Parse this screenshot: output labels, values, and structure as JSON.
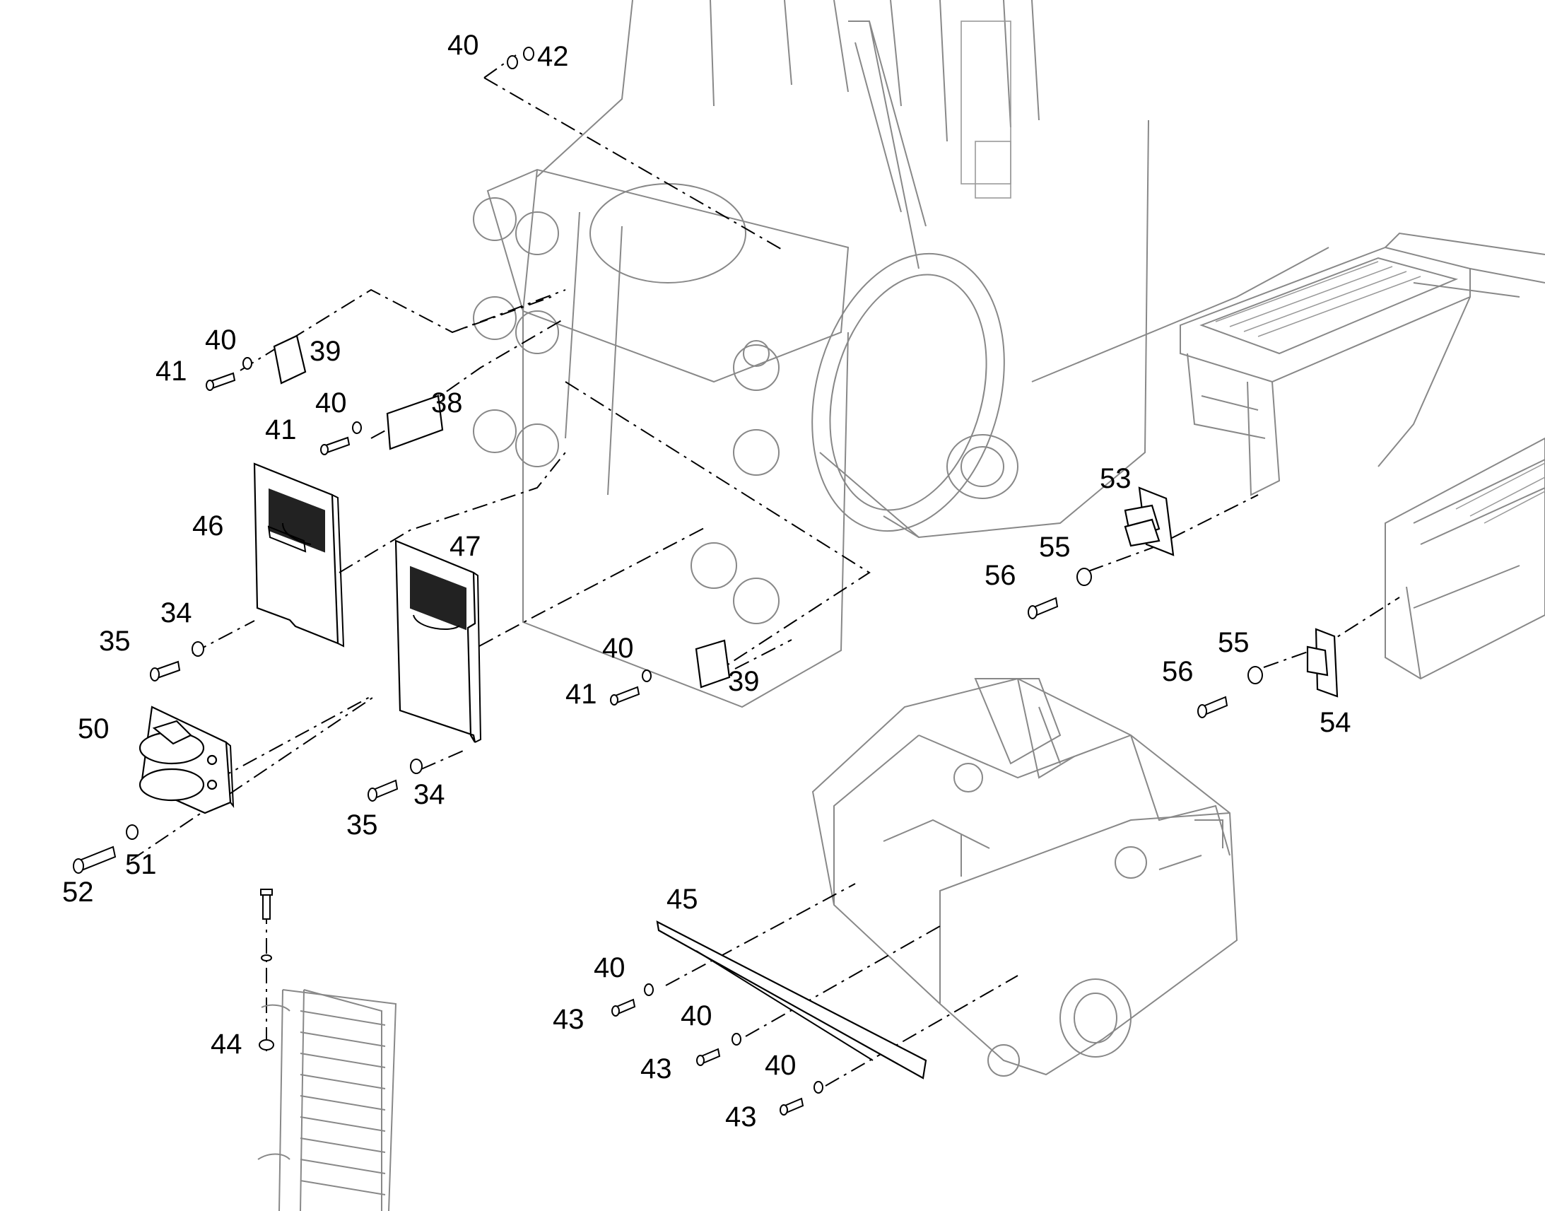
{
  "diagram": {
    "callouts": [
      {
        "id": "c40a",
        "text": "40"
      },
      {
        "id": "c42",
        "text": "42"
      },
      {
        "id": "c40b",
        "text": "40"
      },
      {
        "id": "c39a",
        "text": "39"
      },
      {
        "id": "c41a",
        "text": "41"
      },
      {
        "id": "c40c",
        "text": "40"
      },
      {
        "id": "c38",
        "text": "38"
      },
      {
        "id": "c41b",
        "text": "41"
      },
      {
        "id": "c46",
        "text": "46"
      },
      {
        "id": "c47",
        "text": "47"
      },
      {
        "id": "c34a",
        "text": "34"
      },
      {
        "id": "c35a",
        "text": "35"
      },
      {
        "id": "c50",
        "text": "50"
      },
      {
        "id": "c51",
        "text": "51"
      },
      {
        "id": "c52",
        "text": "52"
      },
      {
        "id": "c34b",
        "text": "34"
      },
      {
        "id": "c35b",
        "text": "35"
      },
      {
        "id": "c40d",
        "text": "40"
      },
      {
        "id": "c41c",
        "text": "41"
      },
      {
        "id": "c39b",
        "text": "39"
      },
      {
        "id": "c53",
        "text": "53"
      },
      {
        "id": "c55a",
        "text": "55"
      },
      {
        "id": "c56a",
        "text": "56"
      },
      {
        "id": "c55b",
        "text": "55"
      },
      {
        "id": "c56b",
        "text": "56"
      },
      {
        "id": "c54",
        "text": "54"
      },
      {
        "id": "c45",
        "text": "45"
      },
      {
        "id": "c40e",
        "text": "40"
      },
      {
        "id": "c43a",
        "text": "43"
      },
      {
        "id": "c40f",
        "text": "40"
      },
      {
        "id": "c43b",
        "text": "43"
      },
      {
        "id": "c40g",
        "text": "40"
      },
      {
        "id": "c43c",
        "text": "43"
      },
      {
        "id": "c44",
        "text": "44"
      }
    ]
  }
}
